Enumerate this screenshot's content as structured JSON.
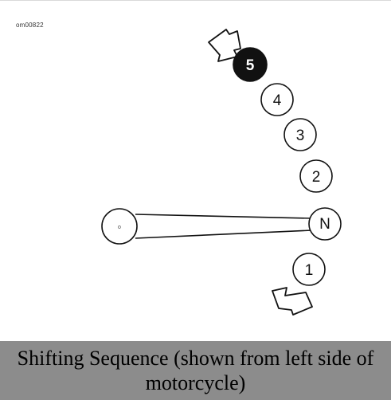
{
  "figure": {
    "id_label": "om00822",
    "gears": [
      {
        "label": "5",
        "filled": true
      },
      {
        "label": "4",
        "filled": false
      },
      {
        "label": "3",
        "filled": false
      },
      {
        "label": "2",
        "filled": false
      },
      {
        "label": "N",
        "filled": false
      },
      {
        "label": "1",
        "filled": false
      }
    ],
    "pivot_label": "o",
    "directions": [
      "up",
      "down"
    ],
    "colors": {
      "line": "#111111",
      "filled_circle": "#111111",
      "caption_background": "#8c8c8c"
    }
  },
  "caption": {
    "text": "Shifting Sequence (shown from left side of motorcycle)"
  }
}
